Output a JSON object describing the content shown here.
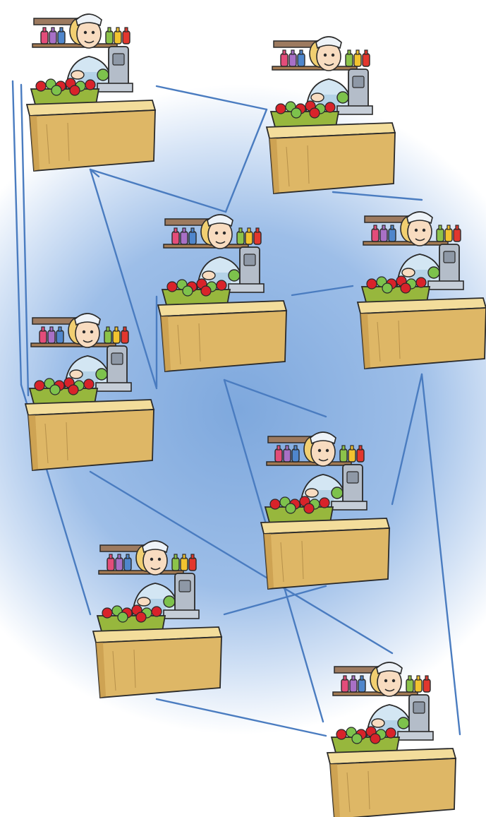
{
  "scene": {
    "header_bar_color": "#8ccc46",
    "backdrop_color": "#7ea8dd",
    "connector_color": "#4a7cc0",
    "illustration": "shopkeeper-at-counter",
    "shopkeeper_count": 8,
    "connector_count": 18
  },
  "palette": {
    "apron": "#d3e6f3",
    "apron_shadow": "#9bc1dc",
    "skin": "#f8dcc0",
    "hair": "#f1cf71",
    "counter_top": "#f3dd9b",
    "counter_front": "#deb766",
    "counter_side": "#c89a4c",
    "crate": "#97b73d",
    "apple_red": "#d8232a",
    "apple_green": "#7dc24c",
    "register": "#b4bdc9",
    "shelf": "#a37a52",
    "box": "#9d7a5f",
    "bottle_colors": [
      "#e34d7a",
      "#a870c6",
      "#4f86cc",
      "#8cc34a",
      "#f2c330",
      "#e2372e"
    ]
  }
}
